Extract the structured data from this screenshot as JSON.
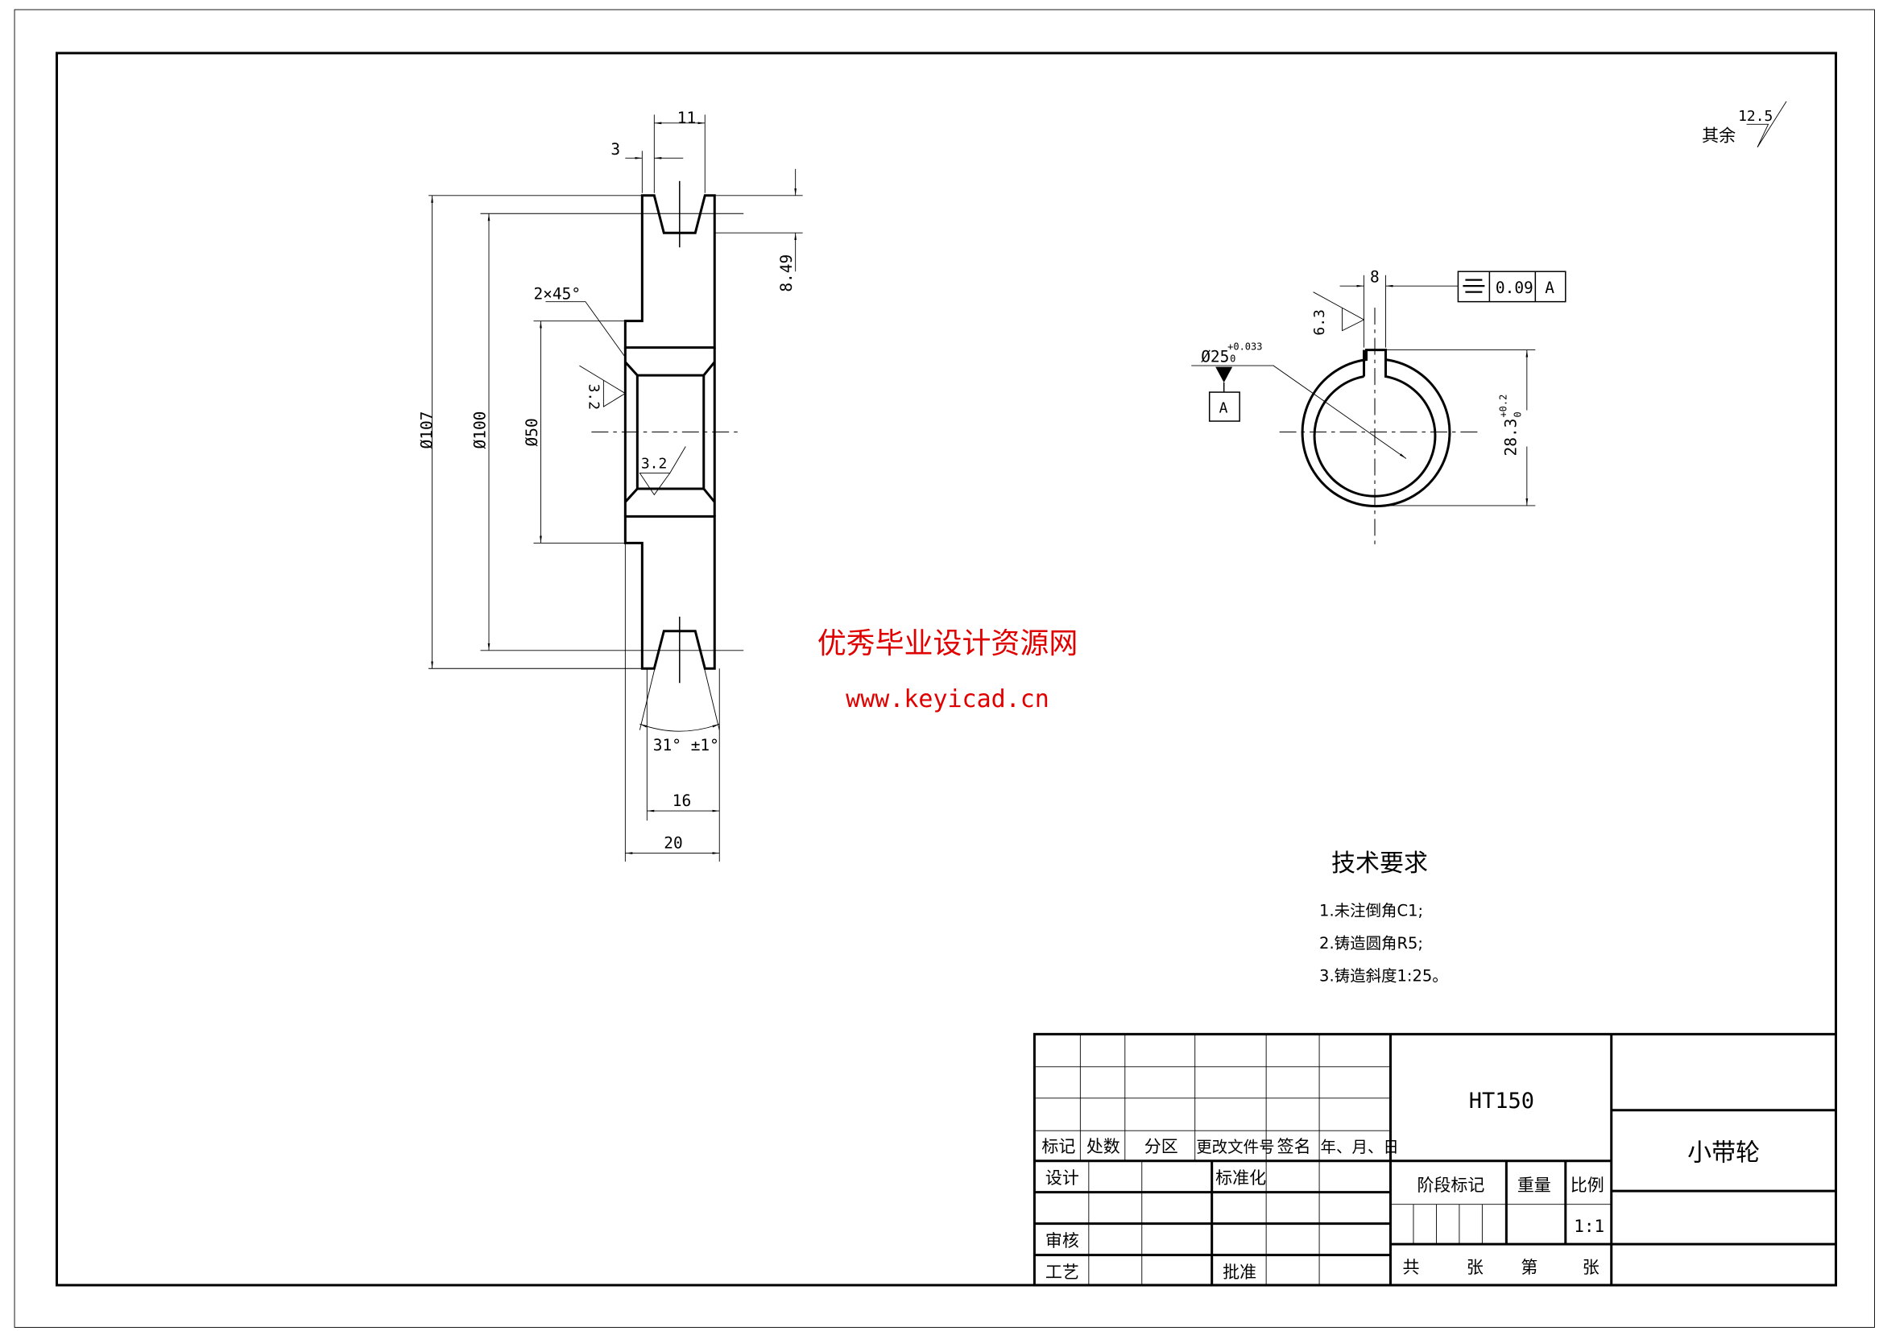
{
  "drawing": {
    "dims_left": {
      "d107": "Ø107",
      "d100": "Ø100",
      "d50": "Ø50",
      "w11": "11",
      "w3": "3",
      "h849": "8.49",
      "chamfer": "2×45°",
      "ra_bore": "3.2",
      "ra_bore2": "3.2",
      "angle": "31° ±1°",
      "w16": "16",
      "w20": "20"
    },
    "dims_right": {
      "key_w": "8",
      "ra_key": "6.3",
      "bore": "Ø25",
      "bore_tol_up": "+0.033",
      "bore_tol_low": "0",
      "datum": "A",
      "tol_sym": "⌯",
      "tol_val": "0.09",
      "tol_datum": "A",
      "key_h": "28.3",
      "key_tol_up": "+0.2",
      "key_tol_low": "0"
    },
    "roughness_other": {
      "label": "其余",
      "value": "12.5"
    },
    "watermark": {
      "line1": "优秀毕业设计资源网",
      "line2": "www.keyicad.cn",
      "color": "#e00000"
    },
    "tech": {
      "title": "技术要求",
      "items": [
        "1.未注倒角C1;",
        "2.铸造圆角R5;",
        "3.铸造斜度1:25。"
      ]
    }
  },
  "title_block": {
    "header": [
      "标记",
      "处数",
      "分区",
      "更改文件号",
      "签名",
      "年、月、日"
    ],
    "design": "设计",
    "standard": "标准化",
    "review": "审核",
    "process": "工艺",
    "approve": "批准",
    "material": "HT150",
    "stage": "阶段标记",
    "weight": "重量",
    "scale_label": "比例",
    "scale": "1:1",
    "total": "共",
    "sheets": "张",
    "nth": "第",
    "sheet": "张",
    "part_name": "小带轮"
  }
}
